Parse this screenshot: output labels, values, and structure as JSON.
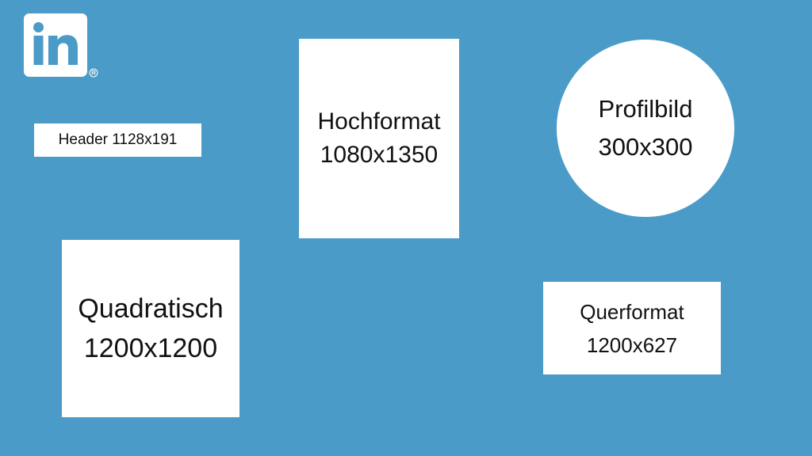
{
  "canvas": {
    "background": "#4b9bc8"
  },
  "logo": {
    "icon": "linkedin-logo-icon",
    "text": "in",
    "registered_mark": "®",
    "color": "#ffffff"
  },
  "header_format": {
    "label": "Header 1128x191"
  },
  "portrait_format": {
    "line1": "Hochformat",
    "line2": "1080x1350"
  },
  "square_format": {
    "line1": "Quadratisch",
    "line2": "1200x1200"
  },
  "profile_picture": {
    "line1": "Profilbild",
    "line2": "300x300"
  },
  "landscape_format": {
    "line1": "Querformat",
    "line2": "1200x627"
  }
}
